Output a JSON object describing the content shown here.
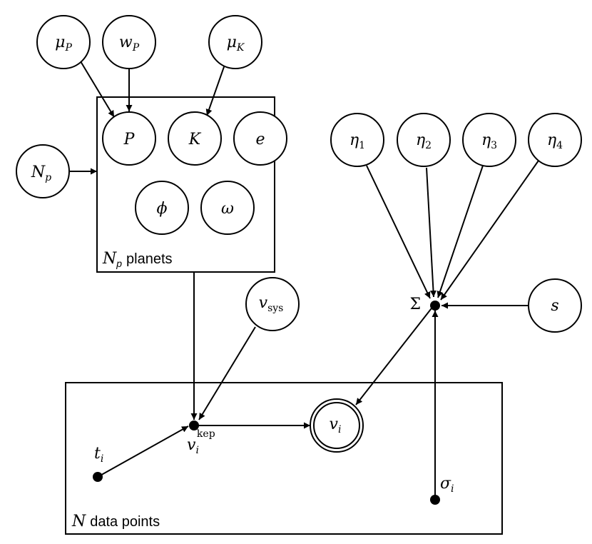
{
  "nodes": {
    "mu_P": {
      "main": "μ",
      "sub": "P"
    },
    "w_P": {
      "main": "w",
      "sub": "P"
    },
    "mu_K": {
      "main": "μ",
      "sub": "K"
    },
    "P": {
      "main": "P"
    },
    "K": {
      "main": "K"
    },
    "e": {
      "main": "e"
    },
    "phi": {
      "main": "ϕ"
    },
    "omega": {
      "main": "ω"
    },
    "N_p": {
      "main": "N",
      "sub": "p"
    },
    "eta1": {
      "main": "η",
      "sub": "1"
    },
    "eta2": {
      "main": "η",
      "sub": "2"
    },
    "eta3": {
      "main": "η",
      "sub": "3"
    },
    "eta4": {
      "main": "η",
      "sub": "4"
    },
    "v_sys": {
      "main": "v",
      "sub": "sys"
    },
    "s": {
      "main": "s"
    },
    "v_i": {
      "main": "v",
      "sub": "i"
    }
  },
  "points": {
    "Sigma": {
      "label": "Σ"
    },
    "t_i": {
      "main": "t",
      "sub": "i"
    },
    "v_kep": {
      "main": "v",
      "sub": "i",
      "sup": "kep"
    },
    "sigma_i": {
      "main": "σ",
      "sub": "i"
    }
  },
  "plates": {
    "planets": {
      "var": "N",
      "sub": "p",
      "text": "planets"
    },
    "data": {
      "var": "N",
      "text": "data points"
    }
  }
}
